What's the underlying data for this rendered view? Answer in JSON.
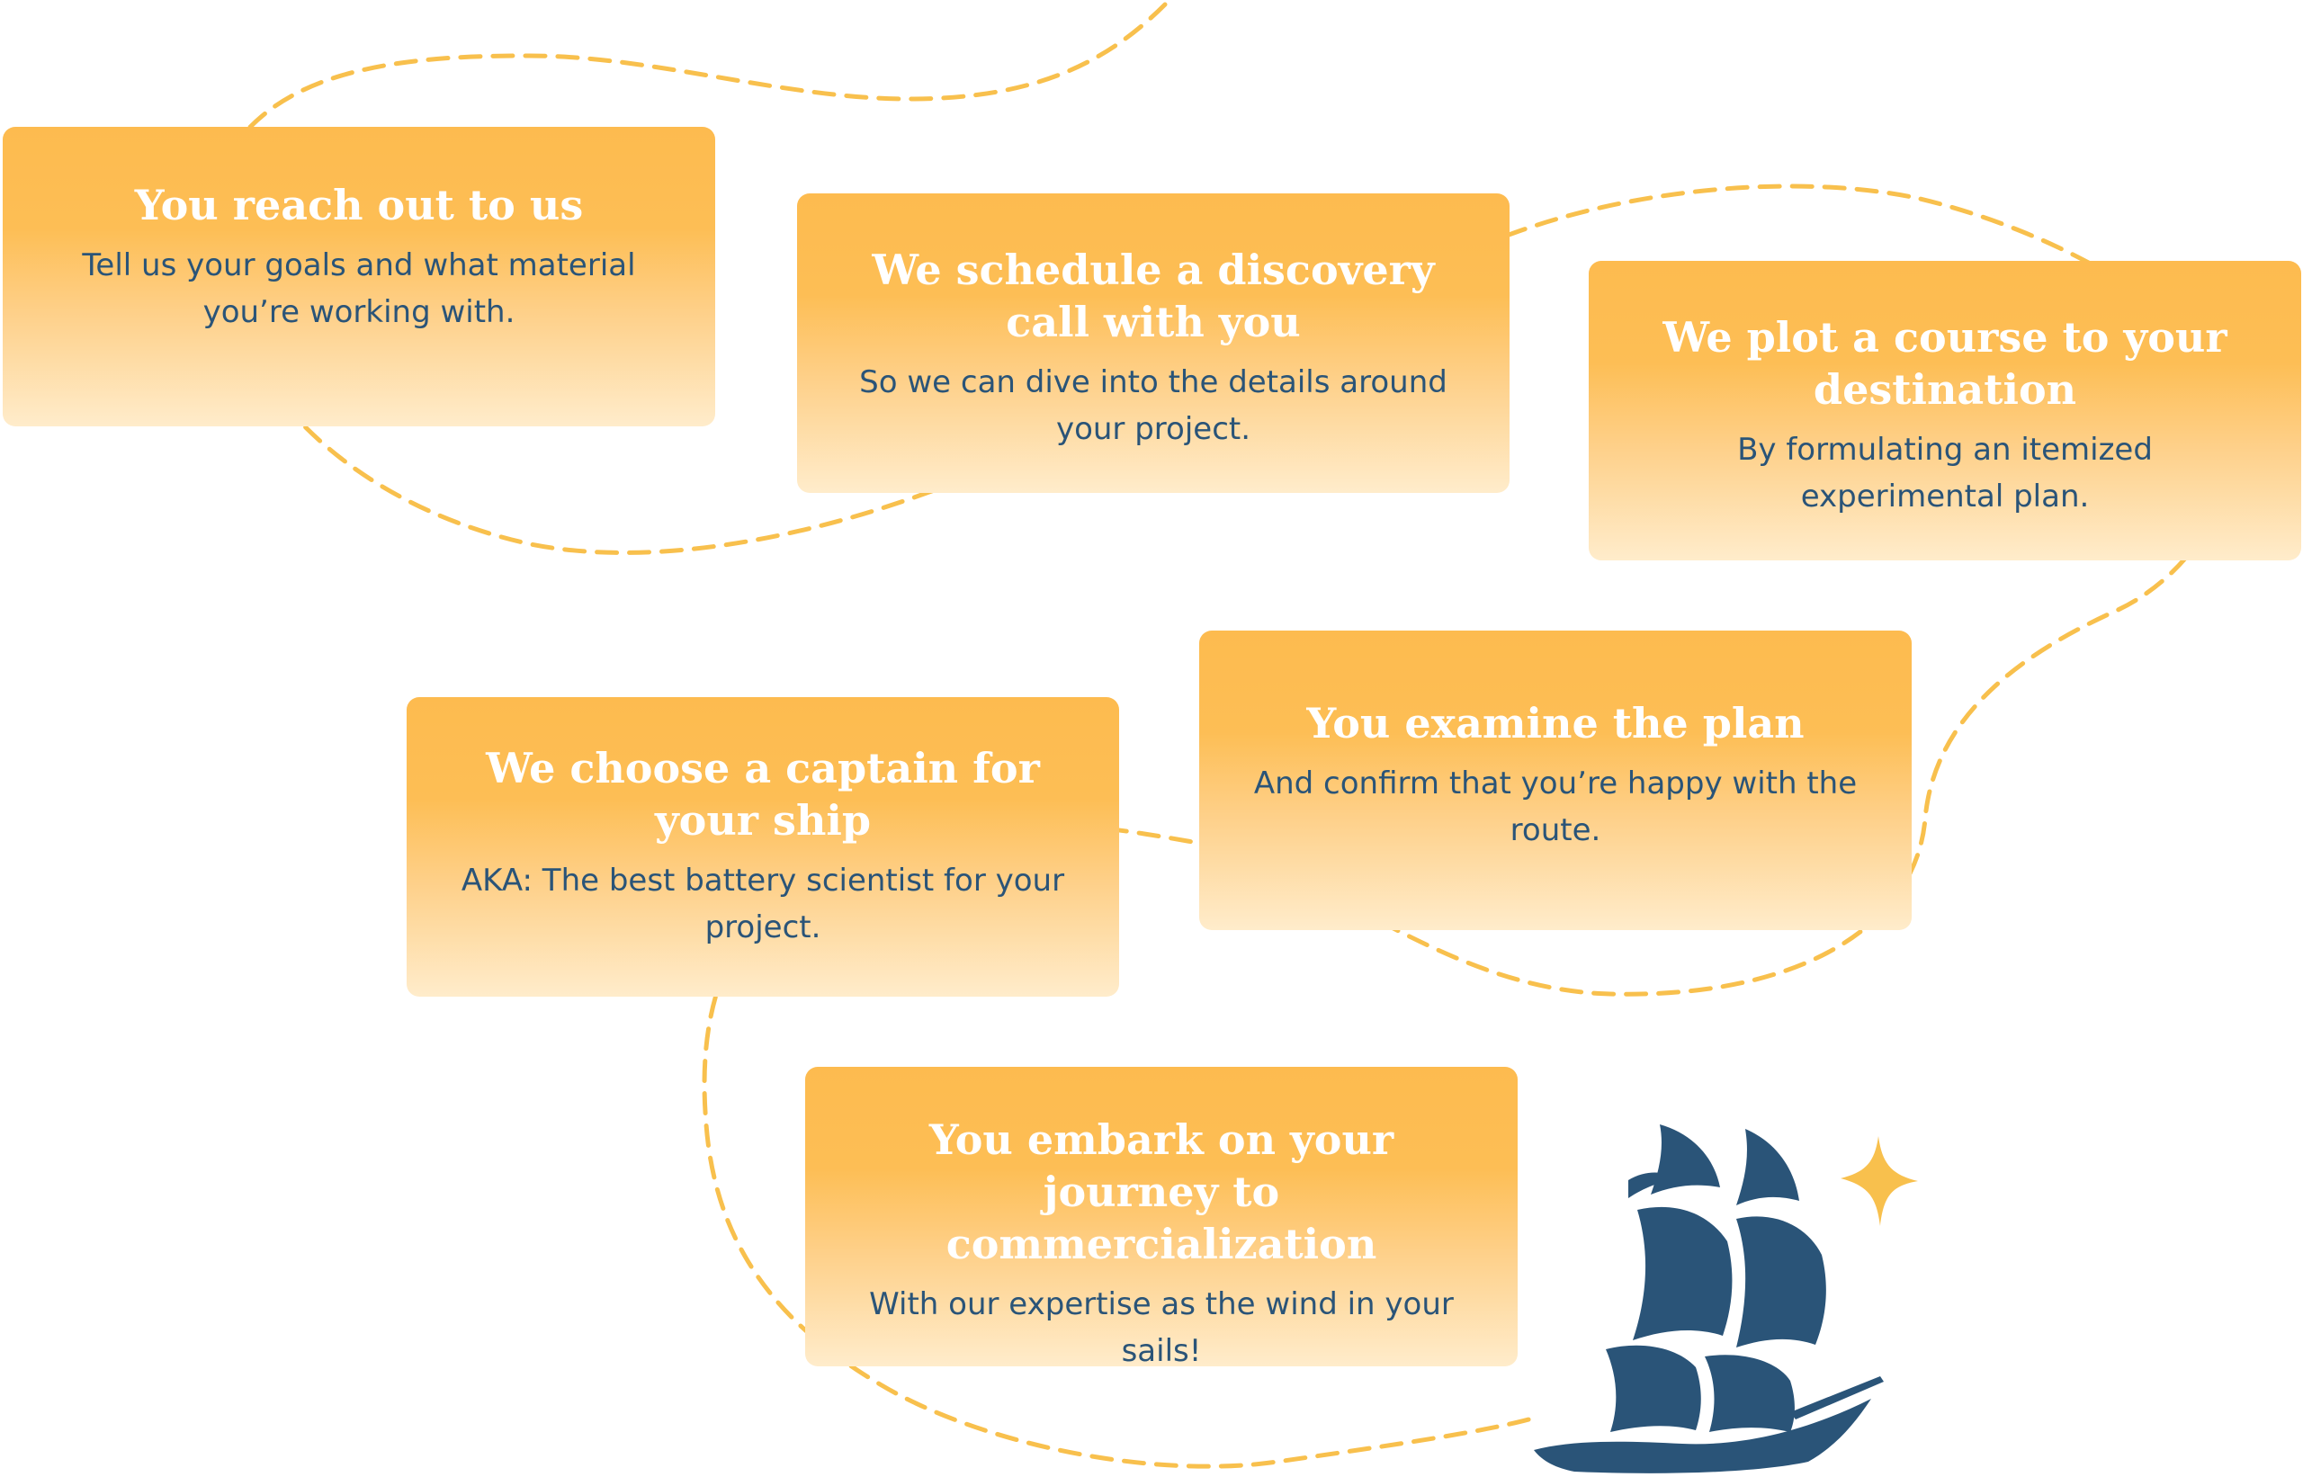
{
  "steps": [
    {
      "title": "You reach out to us",
      "description": "Tell us your goals and what material you’re working with."
    },
    {
      "title": "We schedule a discovery call with you",
      "description": "So we can dive into the details around your project."
    },
    {
      "title": "We plot a course to your destination",
      "description": "By formulating an itemized experimental plan."
    },
    {
      "title": "You examine the plan",
      "description": "And confirm that you’re happy with the route."
    },
    {
      "title": "We choose a captain for your ship",
      "description": "AKA: The best battery scientist for your project."
    },
    {
      "title": "You embark on your journey to commercialization",
      "description": "With our expertise as the wind in your sails!"
    }
  ],
  "colors": {
    "card_top": "#fdbb4f",
    "card_bottom": "#ffeccb",
    "title_text": "#ffffff",
    "body_text": "#2a5478",
    "route_line": "#f8c04d",
    "ship": "#2a5478",
    "star": "#f8c04d"
  },
  "icons": {
    "ship": "sailing-ship-icon",
    "star": "sparkle-star-icon"
  }
}
